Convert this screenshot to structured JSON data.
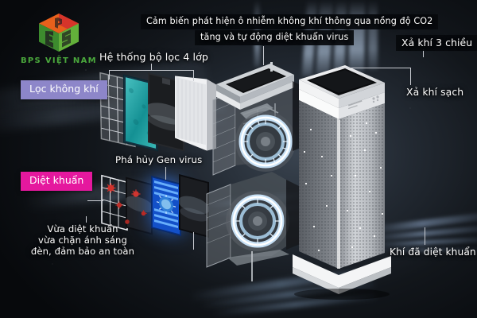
{
  "brand": {
    "name": "BPS VIỆT NAM",
    "logo_icon": "bps-cube-logo-icon",
    "colors": {
      "orange": "#e8601c",
      "red": "#d6342a",
      "green_light": "#7cc040",
      "green_dark": "#3d8b2e",
      "text": "#4aa83c"
    }
  },
  "headline": {
    "line1": "Cảm biến phát hiện ô nhiễm không khí thông qua nồng độ CO2",
    "line2": "tăng và tự động diệt khuẩn virus"
  },
  "callouts": [
    {
      "id": "he-thong-bo-loc",
      "text": "Hệ thống bộ lọc 4 lớp",
      "style": "plain"
    },
    {
      "id": "pha-huy-gen-virus",
      "text": "Phá hủy Gen virus",
      "style": "plain"
    },
    {
      "id": "xa-khi-3-chieu",
      "text": "Xả khí 3 chiều",
      "style": "plate"
    },
    {
      "id": "xa-khi-sach",
      "text": "Xả khí sạch",
      "style": "plain"
    },
    {
      "id": "khi-da-diet-khuan",
      "text": "Khí đã diệt khuẩn",
      "style": "plain"
    },
    {
      "id": "vua-diet-khuan",
      "text": "Vừa diệt khuẩn\nvừa chặn ánh sáng\nđèn, đảm bảo an toàn",
      "style": "plain"
    }
  ],
  "chips": [
    {
      "id": "loc-khong-khi",
      "text": "Lọc không khí",
      "bg": "#8d86c9",
      "fg": "#ffffff"
    },
    {
      "id": "diet-khuan",
      "text": "Diệt khuẩn",
      "bg": "#e5189e",
      "fg": "#ffffff"
    }
  ],
  "filters": [
    {
      "id": "pre-filter",
      "name": "pre-filter-mesh-panel",
      "color": "#cfd3d8"
    },
    {
      "id": "cyan-filter",
      "name": "antibacterial-filter-panel",
      "color": "#1f9e9e"
    },
    {
      "id": "carbon-filter",
      "name": "carbon-filter-panel",
      "color": "#2a2c30"
    },
    {
      "id": "hepa-filter",
      "name": "hepa-filter-panel",
      "color": "#e3e5e8"
    }
  ],
  "uv_stack": [
    {
      "id": "uv-grid",
      "name": "uv-wire-grid-panel",
      "color": "#dfe2e6"
    },
    {
      "id": "uv-dark-1",
      "name": "virus-capture-panel",
      "color": "#232529"
    },
    {
      "id": "uv-lamp",
      "name": "uv-lamp-panel",
      "color": "#1b5fd0"
    },
    {
      "id": "uv-dark-2",
      "name": "light-blocking-panel",
      "color": "#1d1f23"
    }
  ],
  "device": {
    "tower_name": "air-purifier-tower",
    "cutaway_top_name": "cutaway-fan-unit-top",
    "cutaway_bottom_name": "cutaway-fan-unit-bottom",
    "fan_glow_color": "#9fd8ff",
    "body_color": "#b9bcc1"
  },
  "airflow": {
    "beam_color": "#b9d6f5"
  },
  "virus_particles": {
    "color": "#d0322c",
    "count": 5
  }
}
